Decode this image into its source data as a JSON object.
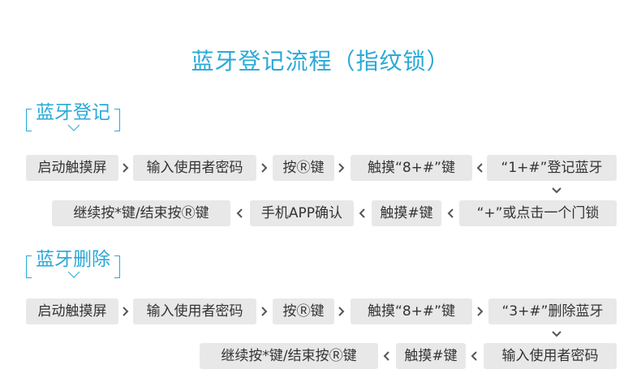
{
  "title": "蓝牙登记流程（指纹锁）",
  "section1": {
    "label": "蓝牙登记",
    "row1": [
      "启动触摸屏",
      "输入使用者密码",
      "按Ⓡ键",
      "触摸“8+#”键",
      "“1+#”登记蓝牙"
    ],
    "row2": [
      "继续按*键/结束按Ⓡ键",
      "手机APP确认",
      "触摸#键",
      "“+”或点击一个门锁"
    ]
  },
  "section2": {
    "label": "蓝牙删除",
    "row1": [
      "启动触摸屏",
      "输入使用者密码",
      "按Ⓡ键",
      "触摸“8+#”键",
      "“3+#”删除蓝牙"
    ],
    "row2": [
      "继续按*键/结束按Ⓡ键",
      "触摸#键",
      "输入使用者密码"
    ]
  },
  "colors": {
    "accent": "#29a9d8",
    "step_bg": "#e8e8e8",
    "text": "#333333",
    "arrow": "#555555"
  },
  "icons": [
    "chevron-right-icon",
    "chevron-left-icon",
    "chevron-down-icon"
  ]
}
